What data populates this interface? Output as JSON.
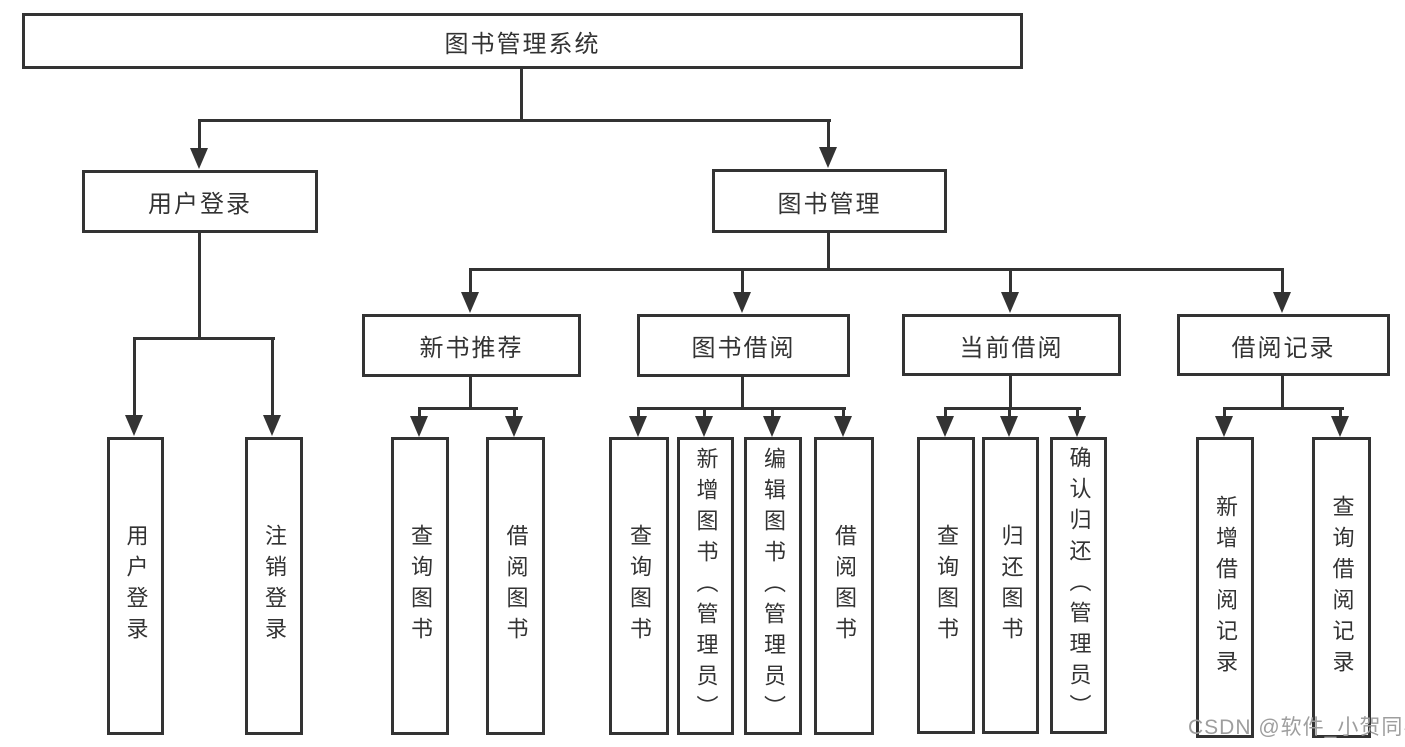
{
  "colors": {
    "line": "#333333",
    "text": "#333333",
    "background": "#ffffff",
    "watermark": "#9e9e9e"
  },
  "chart_type": "tree-diagram",
  "tree": {
    "label": "图书管理系统",
    "children": [
      {
        "label": "用户登录",
        "children": [
          {
            "label": "用户登录"
          },
          {
            "label": "注销登录"
          }
        ]
      },
      {
        "label": "图书管理",
        "children": [
          {
            "label": "新书推荐",
            "children": [
              {
                "label": "查询图书"
              },
              {
                "label": "借阅图书"
              }
            ]
          },
          {
            "label": "图书借阅",
            "children": [
              {
                "label": "查询图书"
              },
              {
                "label": "新增图书（管理员）"
              },
              {
                "label": "编辑图书（管理员）"
              },
              {
                "label": "借阅图书"
              }
            ]
          },
          {
            "label": "当前借阅",
            "children": [
              {
                "label": "查询图书"
              },
              {
                "label": "归还图书"
              },
              {
                "label": "确认归还（管理员）"
              }
            ]
          },
          {
            "label": "借阅记录",
            "children": [
              {
                "label": "新增借阅记录"
              },
              {
                "label": "查询借阅记录"
              }
            ]
          }
        ]
      }
    ]
  },
  "watermark": {
    "text": "CSDN @软件_小贺同学"
  }
}
